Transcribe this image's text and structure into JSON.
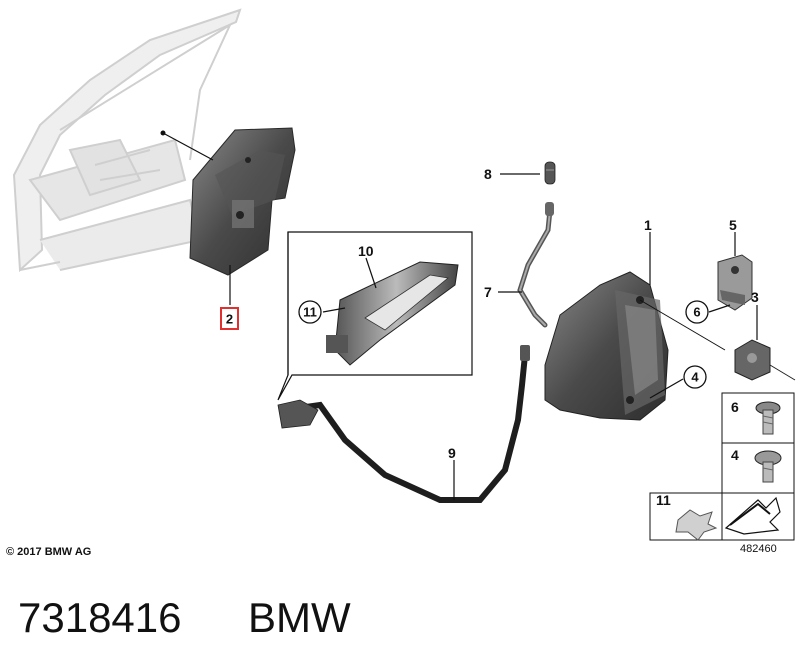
{
  "copyright": "© 2017 BMW AG",
  "diagram_number": "482460",
  "part_number": "7318416",
  "brand": "BMW",
  "highlighted_callout": "2",
  "callouts": {
    "c1": "1",
    "c2": "2",
    "c3": "3",
    "c4": "4",
    "c5": "5",
    "c6": "6",
    "c7": "7",
    "c8": "8",
    "c9": "9",
    "c10": "10",
    "c11": "11"
  },
  "legend": {
    "screw_6": "6",
    "screw_4": "4",
    "clip_11": "11"
  },
  "colors": {
    "highlight": "#e03030",
    "part_dark": "#3c3c3c",
    "part_mid": "#6a6a6a",
    "door_ghost": "#dcdcdc"
  }
}
